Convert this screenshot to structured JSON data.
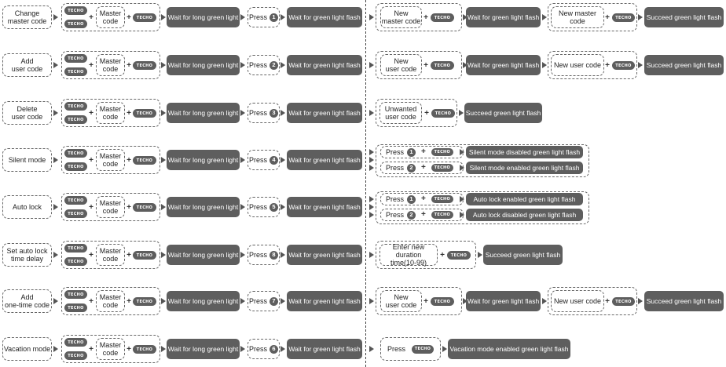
{
  "common": {
    "fob_label": "TECHO",
    "master_code": "Master\ncode",
    "plus": "+",
    "wait_long": "Wait for long green light",
    "press": "Press",
    "wait_flash": "Wait for green light flash",
    "succeed_flash": "Succeed green light flash"
  },
  "rows": [
    {
      "name": "Change\nmaster code",
      "key": "1",
      "right": {
        "kind": "chain",
        "input": "New\nmaster code",
        "second": "New master code"
      }
    },
    {
      "name": "Add\nuser code",
      "key": "2",
      "right": {
        "kind": "chain",
        "input": "New\nuser code",
        "second": "New user code"
      }
    },
    {
      "name": "Delete\nuser code",
      "key": "3",
      "right": {
        "kind": "single",
        "input": "Unwanted\nuser code"
      }
    },
    {
      "name": "Silent mode",
      "key": "4",
      "right": {
        "kind": "options",
        "options": [
          {
            "key": "1",
            "result": "Silent mode disabled green light flash"
          },
          {
            "key": "2",
            "result": "Silent mode enabled green light flash"
          }
        ]
      }
    },
    {
      "name": "Auto lock",
      "key": "5",
      "right": {
        "kind": "options",
        "options": [
          {
            "key": "1",
            "result": "Auto lock enabled green light flash"
          },
          {
            "key": "2",
            "result": "Auto lock disabled green light flash"
          }
        ]
      }
    },
    {
      "name": "Set auto lock\ntime delay",
      "key": "8",
      "right": {
        "kind": "single",
        "input": "Enter new duration\ntime(10-99)"
      }
    },
    {
      "name": "Add\none-time code",
      "key": "7",
      "right": {
        "kind": "chain",
        "input": "New\nuser code",
        "second": "New user code"
      }
    },
    {
      "name": "Vacation mode",
      "key": "6",
      "right": {
        "kind": "press",
        "result": "Vacation mode enabled green light flash"
      }
    }
  ]
}
